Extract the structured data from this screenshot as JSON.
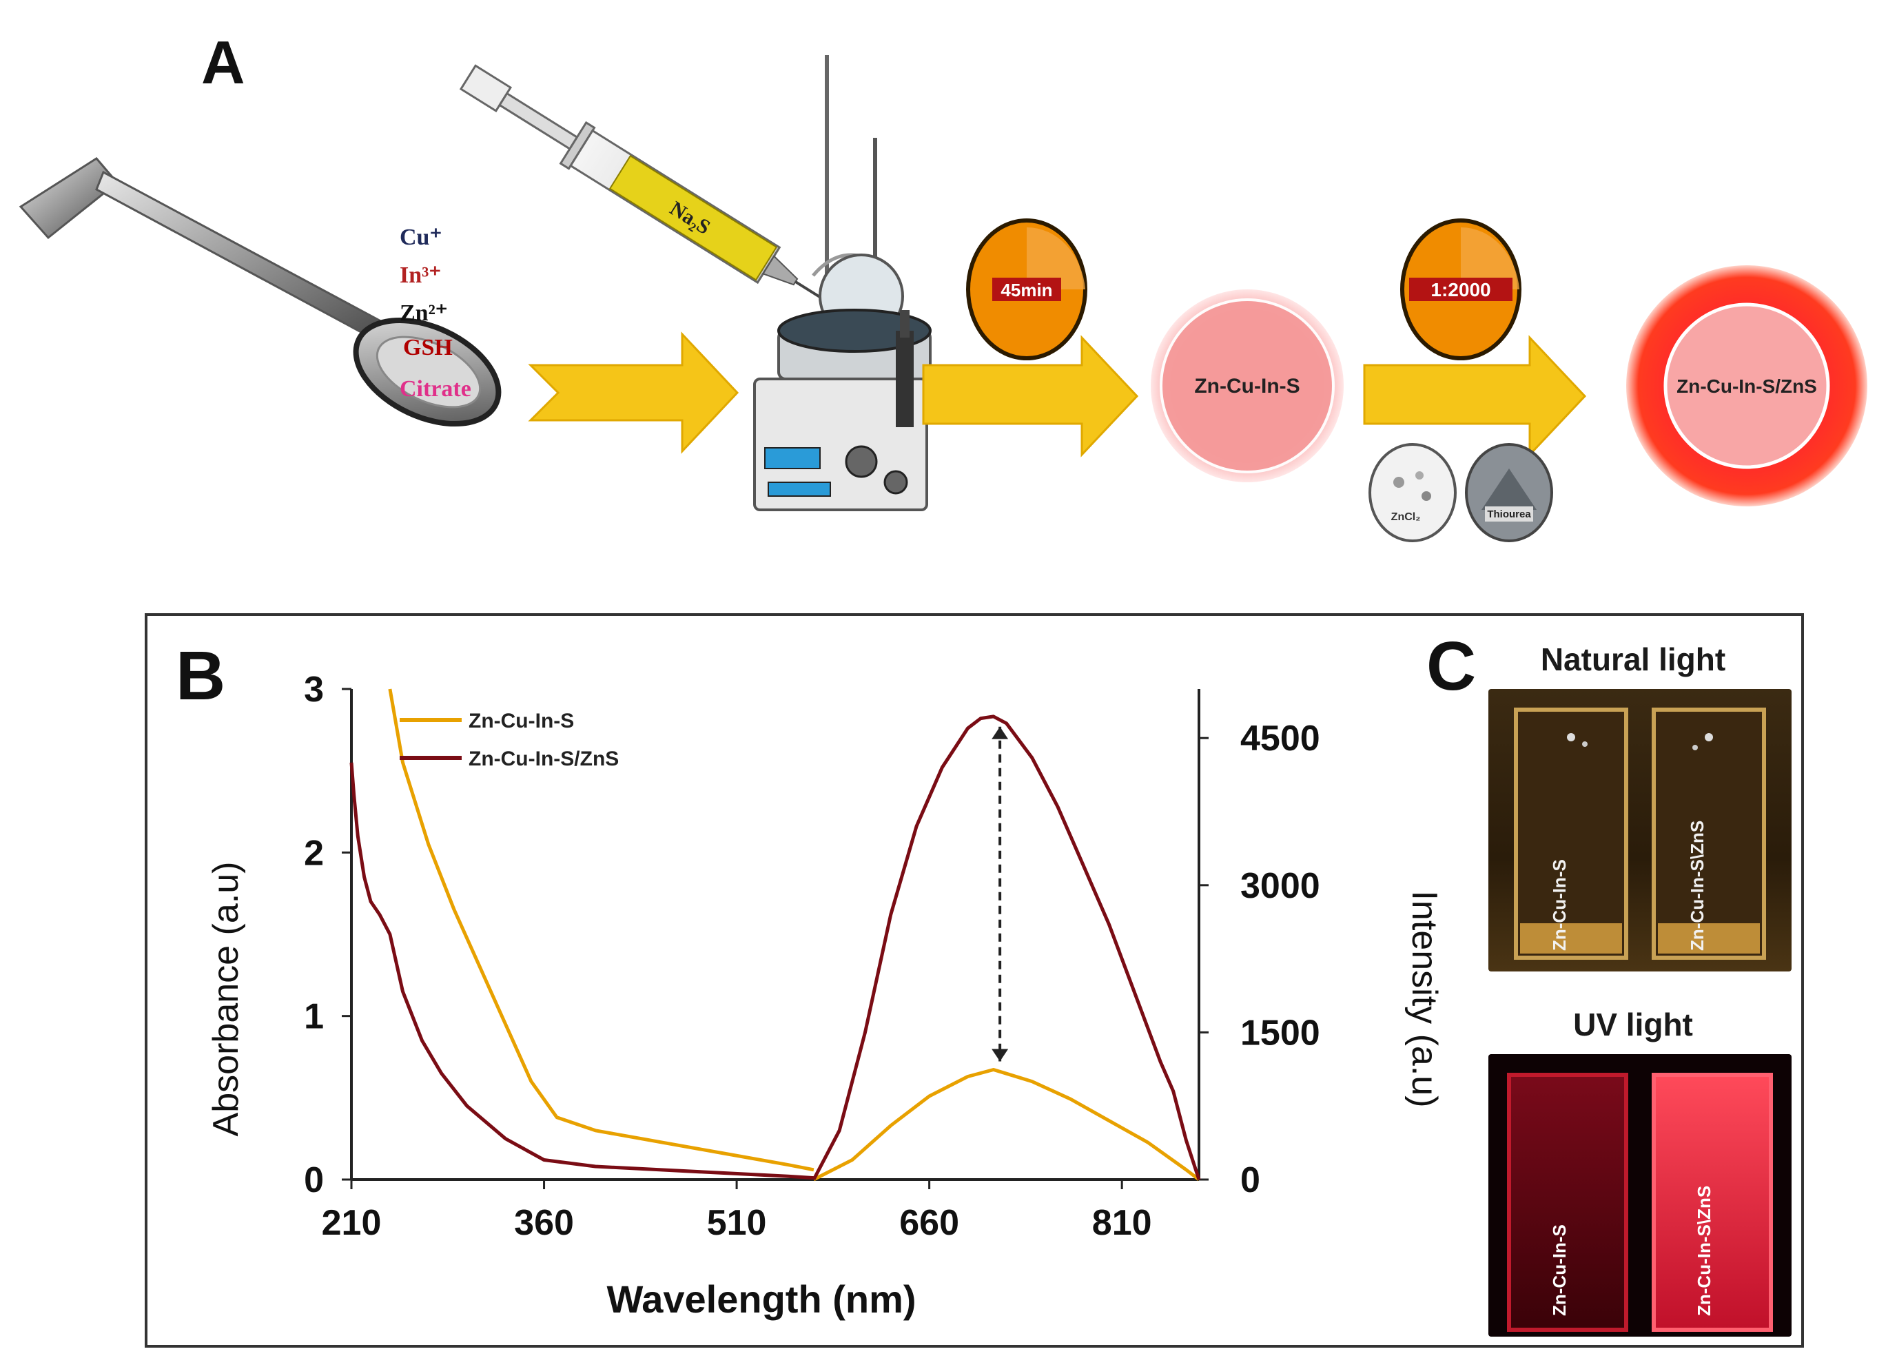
{
  "panelA": {
    "letter": "A",
    "precursors": [
      "Cu⁺",
      "In³⁺",
      "Zn²⁺",
      "GSH",
      "Citrate"
    ],
    "precursor_colors": [
      "#1f2a5a",
      "#b22222",
      "#111111",
      "#b00000",
      "#e0308a"
    ],
    "syringe_label": "Na₂S",
    "timer1_label": "45min",
    "timer2_label": "1:2000",
    "core_label": "Zn-Cu-In-S",
    "coreshell_label": "Zn-Cu-In-S/ZnS",
    "shell_precursors": [
      "ZnCl₂",
      "Thiourea"
    ],
    "arrow_color": "#f5c518",
    "core_color": "#f59a9a",
    "shell_color": "#ff1e1e",
    "timer_color": "#f08c00"
  },
  "panelB": {
    "letter": "B"
  },
  "panelC": {
    "letter": "C",
    "natural_title": "Natural light",
    "uv_title": "UV light",
    "natural_labels": [
      "Zn-Cu-In-S",
      "Zn-Cu-In-S\\ZnS"
    ],
    "uv_labels": [
      "Zn-Cu-In-S",
      "Zn-Cu-In-S\\ZnS"
    ]
  },
  "chart_data": {
    "type": "line",
    "xlabel": "Wavelength (nm)",
    "ylabel_left": "Absorbance (a.u)",
    "ylabel_right": "Intensity (a.u)",
    "xlim": [
      210,
      870
    ],
    "ylim_left": [
      0,
      3
    ],
    "ylim_right": [
      0,
      5000
    ],
    "xticks": [
      210,
      360,
      510,
      660,
      810
    ],
    "yticks_left": [
      0,
      1,
      2,
      3
    ],
    "yticks_right": [
      0,
      1500,
      3000,
      4500
    ],
    "legend": [
      "Zn-Cu-In-S",
      "Zn-Cu-In-S/ZnS"
    ],
    "legend_position": "top-left",
    "colors": [
      "#e8a100",
      "#7a0c14"
    ],
    "series": [
      {
        "name": "Zn-Cu-In-S",
        "kind": "absorbance",
        "x": [
          240,
          250,
          270,
          290,
          310,
          330,
          350,
          370,
          400,
          450,
          500,
          550,
          570
        ],
        "y": [
          3.0,
          2.55,
          2.05,
          1.65,
          1.3,
          0.95,
          0.6,
          0.38,
          0.3,
          0.23,
          0.16,
          0.09,
          0.06
        ]
      },
      {
        "name": "Zn-Cu-In-S/ZnS",
        "kind": "absorbance",
        "x": [
          210,
          212,
          215,
          220,
          225,
          232,
          240,
          250,
          265,
          280,
          300,
          330,
          360,
          400,
          450,
          500,
          550,
          570
        ],
        "y": [
          2.55,
          2.35,
          2.1,
          1.85,
          1.7,
          1.62,
          1.5,
          1.15,
          0.85,
          0.65,
          0.45,
          0.25,
          0.12,
          0.08,
          0.06,
          0.04,
          0.02,
          0.01
        ]
      },
      {
        "name": "Zn-Cu-In-S",
        "kind": "emission",
        "x": [
          570,
          600,
          630,
          660,
          690,
          710,
          720,
          740,
          770,
          800,
          830,
          860,
          870
        ],
        "y": [
          0,
          200,
          550,
          850,
          1050,
          1120,
          1080,
          1000,
          820,
          600,
          380,
          100,
          0
        ]
      },
      {
        "name": "Zn-Cu-In-S/ZnS",
        "kind": "emission",
        "x": [
          570,
          590,
          610,
          630,
          650,
          670,
          690,
          700,
          710,
          720,
          740,
          760,
          780,
          800,
          820,
          840,
          850,
          860,
          870
        ],
        "y": [
          0,
          500,
          1500,
          2700,
          3600,
          4200,
          4600,
          4700,
          4720,
          4650,
          4300,
          3800,
          3200,
          2600,
          1900,
          1200,
          900,
          400,
          0
        ]
      }
    ],
    "annotation": {
      "type": "double-arrow",
      "x": 715,
      "y_from": 4700,
      "y_to": 1120
    }
  }
}
